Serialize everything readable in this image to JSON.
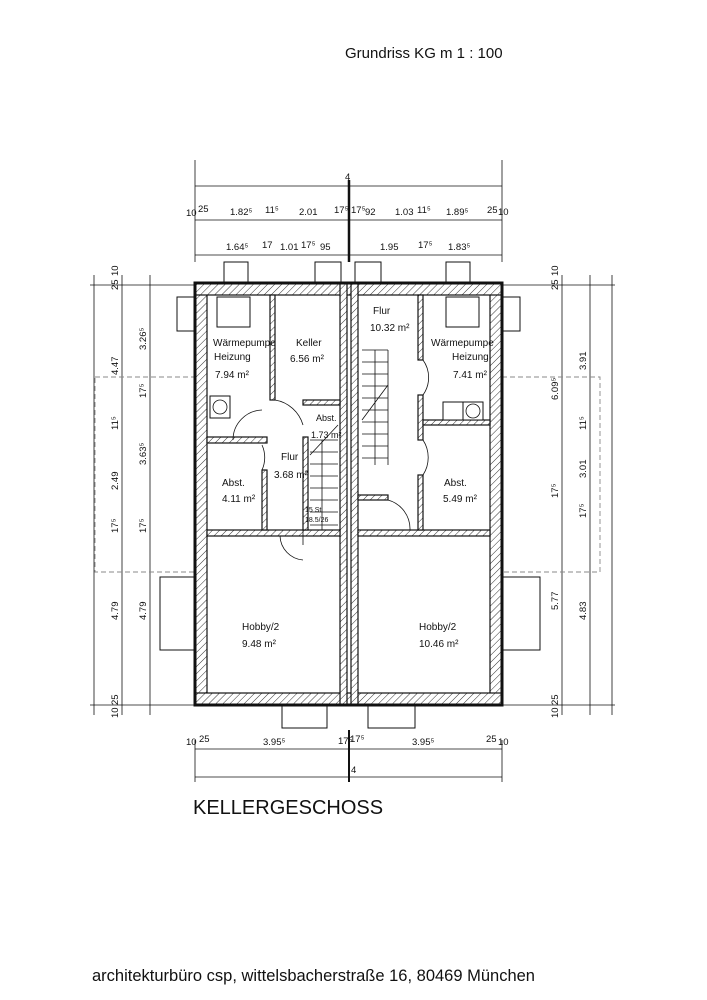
{
  "header": "Grundriss KG  m 1 : 100",
  "title": "KELLERGESCHOSS",
  "footer": "architekturbüro csp, wittelsbacherstraße 16, 80469 München",
  "rooms": [
    {
      "name": "Wärmepumpe",
      "name2": "Heizung",
      "area": "7.94 m²"
    },
    {
      "name": "Keller",
      "area": "6.56 m²"
    },
    {
      "name": "Abst.",
      "area": "1.73 m²"
    },
    {
      "name": "Flur",
      "area": "3.68 m²"
    },
    {
      "name": "Abst.",
      "area": "4.11 m²"
    },
    {
      "name": "Hobby/2",
      "area": "9.48 m²"
    },
    {
      "name": "Flur",
      "area": "10.32 m²"
    },
    {
      "name": "Wärmepumpe",
      "name2": "Heizung",
      "area": "7.41 m²"
    },
    {
      "name": "Abst.",
      "area": "5.49 m²"
    },
    {
      "name": "Hobby/2",
      "area": "10.46 m²"
    }
  ],
  "stair_labels": [
    "15 St",
    "18.5/26"
  ],
  "dims": {
    "top_overall": "4",
    "top_row1": [
      "10",
      "25",
      "1.82⁵",
      "11⁵",
      "2.01",
      "17⁵",
      "17⁵",
      "92",
      "1.03",
      "11⁵",
      "1.89⁵",
      "25",
      "10"
    ],
    "top_row2": [
      "1.64⁵",
      "17",
      "1.01",
      "17⁵",
      "95",
      "1.95",
      "17⁵",
      "1.83⁵"
    ],
    "left_outer": [
      "25",
      "10",
      "4.47",
      "11⁵",
      "2.49",
      "17⁵",
      "4.79",
      "10",
      "25"
    ],
    "left_inner": [
      "3.26⁵",
      "17⁵",
      "3.63⁵",
      "17⁵",
      "4.79"
    ],
    "right_outer": [
      "25",
      "10",
      "6.09⁵",
      "17⁵",
      "5.77",
      "10",
      "25"
    ],
    "right_inner": [
      "3.91",
      "11⁵",
      "3.01",
      "17⁵",
      "4.83"
    ],
    "bottom_row": [
      "10",
      "25",
      "3.95⁵",
      "17⁵",
      "17⁵",
      "3.95⁵",
      "25",
      "10"
    ],
    "bottom_overall": "4"
  }
}
